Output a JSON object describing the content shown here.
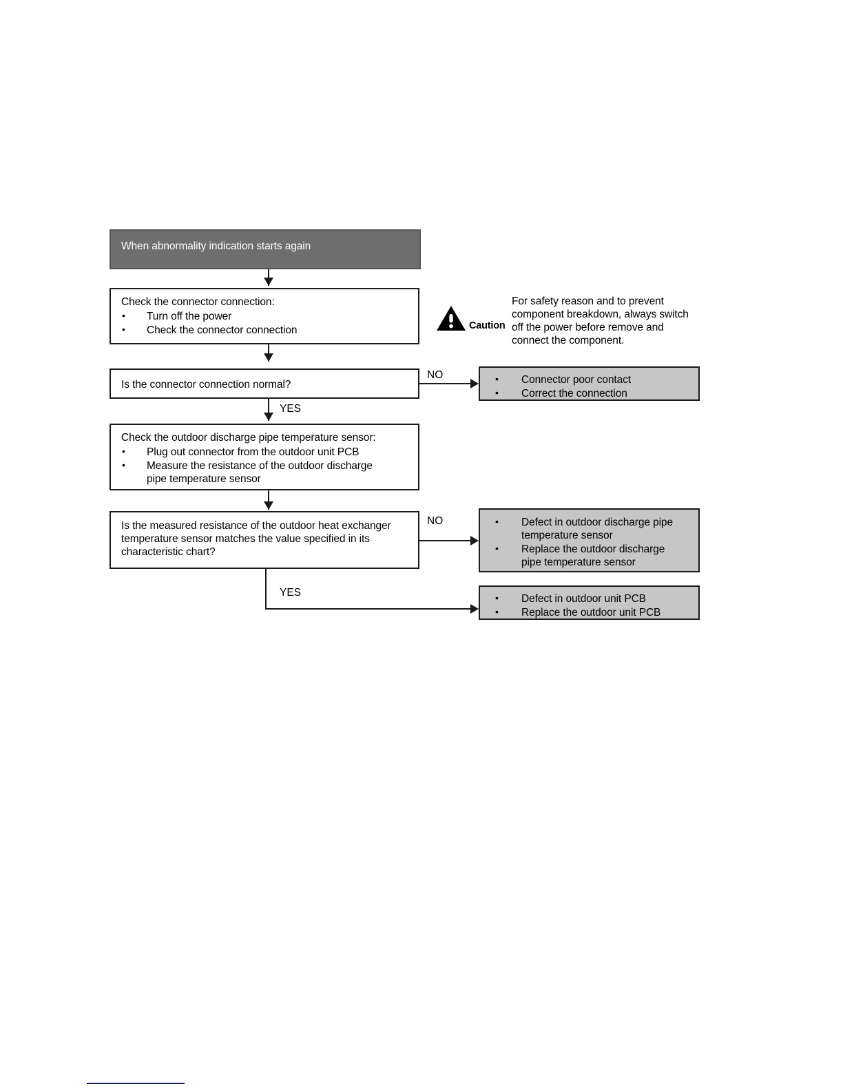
{
  "flowchart": {
    "title_box": {
      "label": "When abnormality indication starts again"
    },
    "step_check_connector": {
      "heading": "Check the connector connection:",
      "bullets": [
        "Turn off the power",
        "Check the connector connection"
      ]
    },
    "decision_connector_normal": {
      "question": "Is the connector connection normal?",
      "no_label": "NO",
      "yes_label": "YES"
    },
    "result_connector_fault": {
      "bullets": [
        "Connector poor contact",
        "Correct the connection"
      ]
    },
    "step_check_sensor": {
      "heading": "Check the outdoor discharge pipe temperature sensor:",
      "bullets": [
        "Plug out connector from the outdoor unit PCB",
        "Measure the resistance of the outdoor discharge pipe temperature sensor"
      ]
    },
    "decision_resistance_match": {
      "question": "Is the measured resistance of the outdoor heat exchanger temperature sensor matches the value specified in its characteristic chart?",
      "no_label": "NO",
      "yes_label": "YES"
    },
    "result_sensor_defect": {
      "bullets": [
        "Defect in outdoor discharge pipe temperature sensor",
        "Replace the outdoor discharge pipe temperature sensor"
      ]
    },
    "result_pcb_defect": {
      "bullets": [
        "Defect in outdoor unit PCB",
        "Replace the outdoor unit PCB"
      ]
    }
  },
  "caution": {
    "icon": "warning-triangle-icon",
    "word": "Caution",
    "text": "For safety reason and to prevent component breakdown, always switch off the power before remove and connect the component."
  },
  "colors": {
    "header_fill": "#6e6e6e",
    "result_fill": "#c6c6c6",
    "line": "#1a1a1a",
    "footer_rule": "#151c78"
  }
}
